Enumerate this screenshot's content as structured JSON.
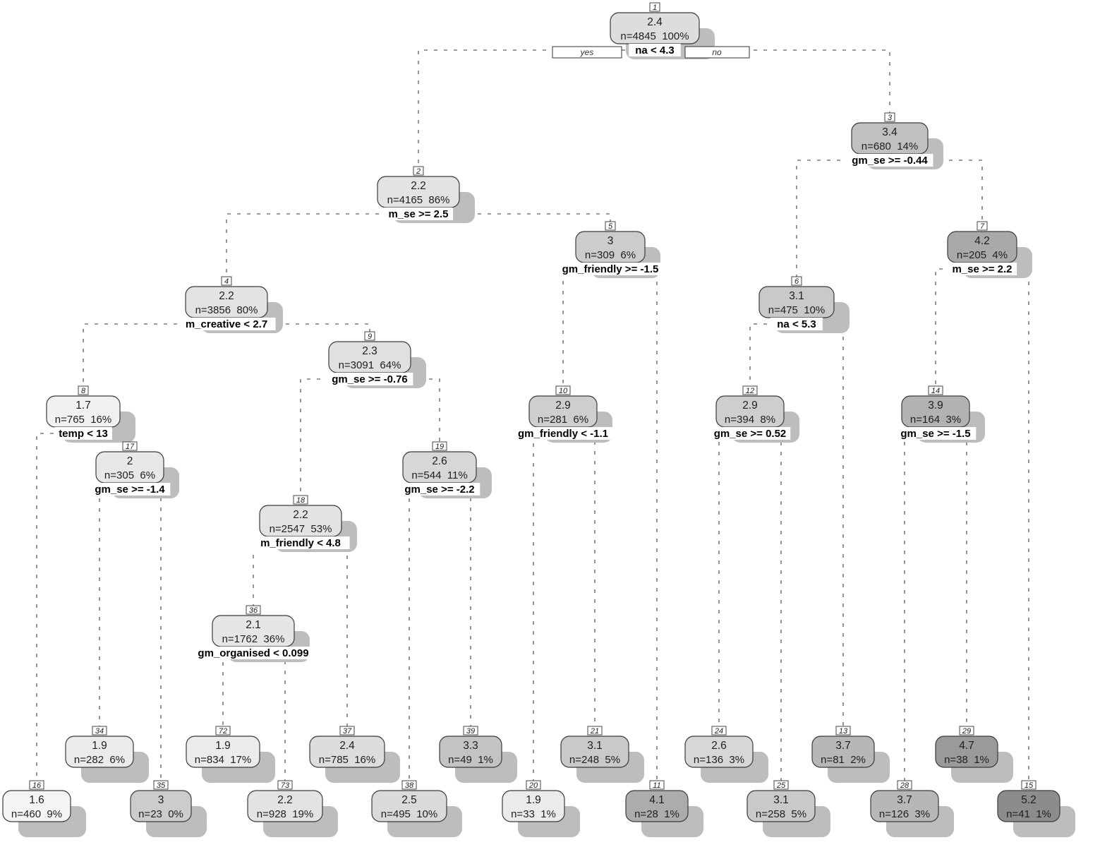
{
  "legend": {
    "yes": "yes",
    "no": "no"
  },
  "colors": {
    "edge": "#7a7a7a",
    "node_border": "#3a3a3a",
    "shadow": "#bdbdbd",
    "fill_low": "#f4f4f4",
    "fill_high": "#8c8c8c"
  },
  "nodes": [
    {
      "id": "1",
      "value": "2.4",
      "n": "n=4845",
      "pct": "100%",
      "split": "na < 4.3"
    },
    {
      "id": "2",
      "value": "2.2",
      "n": "n=4165",
      "pct": "86%",
      "split": "m_se >= 2.5"
    },
    {
      "id": "3",
      "value": "3.4",
      "n": "n=680",
      "pct": "14%",
      "split": "gm_se >= -0.44"
    },
    {
      "id": "4",
      "value": "2.2",
      "n": "n=3856",
      "pct": "80%",
      "split": "m_creative < 2.7"
    },
    {
      "id": "5",
      "value": "3",
      "n": "n=309",
      "pct": "6%",
      "split": "gm_friendly >= -1.5"
    },
    {
      "id": "6",
      "value": "3.1",
      "n": "n=475",
      "pct": "10%",
      "split": "na < 5.3"
    },
    {
      "id": "7",
      "value": "4.2",
      "n": "n=205",
      "pct": "4%",
      "split": "m_se >= 2.2"
    },
    {
      "id": "8",
      "value": "1.7",
      "n": "n=765",
      "pct": "16%",
      "split": "temp < 13"
    },
    {
      "id": "9",
      "value": "2.3",
      "n": "n=3091",
      "pct": "64%",
      "split": "gm_se >= -0.76"
    },
    {
      "id": "10",
      "value": "2.9",
      "n": "n=281",
      "pct": "6%",
      "split": "gm_friendly < -1.1"
    },
    {
      "id": "12",
      "value": "2.9",
      "n": "n=394",
      "pct": "8%",
      "split": "gm_se >= 0.52"
    },
    {
      "id": "14",
      "value": "3.9",
      "n": "n=164",
      "pct": "3%",
      "split": "gm_se >= -1.5"
    },
    {
      "id": "17",
      "value": "2",
      "n": "n=305",
      "pct": "6%",
      "split": "gm_se >= -1.4"
    },
    {
      "id": "18",
      "value": "2.2",
      "n": "n=2547",
      "pct": "53%",
      "split": "m_friendly < 4.8"
    },
    {
      "id": "19",
      "value": "2.6",
      "n": "n=544",
      "pct": "11%",
      "split": "gm_se >= -2.2"
    },
    {
      "id": "36",
      "value": "2.1",
      "n": "n=1762",
      "pct": "36%",
      "split": "gm_organised < 0.099"
    },
    {
      "id": "34",
      "value": "1.9",
      "n": "n=282",
      "pct": "6%",
      "split": ""
    },
    {
      "id": "72",
      "value": "1.9",
      "n": "n=834",
      "pct": "17%",
      "split": ""
    },
    {
      "id": "37",
      "value": "2.4",
      "n": "n=785",
      "pct": "16%",
      "split": ""
    },
    {
      "id": "39",
      "value": "3.3",
      "n": "n=49",
      "pct": "1%",
      "split": ""
    },
    {
      "id": "21",
      "value": "3.1",
      "n": "n=248",
      "pct": "5%",
      "split": ""
    },
    {
      "id": "24",
      "value": "2.6",
      "n": "n=136",
      "pct": "3%",
      "split": ""
    },
    {
      "id": "13",
      "value": "3.7",
      "n": "n=81",
      "pct": "2%",
      "split": ""
    },
    {
      "id": "29",
      "value": "4.7",
      "n": "n=38",
      "pct": "1%",
      "split": ""
    },
    {
      "id": "16",
      "value": "1.6",
      "n": "n=460",
      "pct": "9%",
      "split": ""
    },
    {
      "id": "35",
      "value": "3",
      "n": "n=23",
      "pct": "0%",
      "split": ""
    },
    {
      "id": "73",
      "value": "2.2",
      "n": "n=928",
      "pct": "19%",
      "split": ""
    },
    {
      "id": "38",
      "value": "2.5",
      "n": "n=495",
      "pct": "10%",
      "split": ""
    },
    {
      "id": "20",
      "value": "1.9",
      "n": "n=33",
      "pct": "1%",
      "split": ""
    },
    {
      "id": "11",
      "value": "4.1",
      "n": "n=28",
      "pct": "1%",
      "split": ""
    },
    {
      "id": "25",
      "value": "3.1",
      "n": "n=258",
      "pct": "5%",
      "split": ""
    },
    {
      "id": "28",
      "value": "3.7",
      "n": "n=126",
      "pct": "3%",
      "split": ""
    },
    {
      "id": "15",
      "value": "5.2",
      "n": "n=41",
      "pct": "1%",
      "split": ""
    }
  ],
  "edges": [
    [
      "1",
      "2"
    ],
    [
      "1",
      "3"
    ],
    [
      "2",
      "4"
    ],
    [
      "2",
      "5"
    ],
    [
      "3",
      "6"
    ],
    [
      "3",
      "7"
    ],
    [
      "4",
      "8"
    ],
    [
      "4",
      "9"
    ],
    [
      "5",
      "10"
    ],
    [
      "5",
      "11"
    ],
    [
      "6",
      "12"
    ],
    [
      "6",
      "13"
    ],
    [
      "7",
      "14"
    ],
    [
      "7",
      "15"
    ],
    [
      "8",
      "16"
    ],
    [
      "8",
      "17"
    ],
    [
      "9",
      "18"
    ],
    [
      "9",
      "19"
    ],
    [
      "10",
      "20"
    ],
    [
      "10",
      "21"
    ],
    [
      "12",
      "24"
    ],
    [
      "12",
      "25"
    ],
    [
      "14",
      "28"
    ],
    [
      "14",
      "29"
    ],
    [
      "17",
      "34"
    ],
    [
      "17",
      "35"
    ],
    [
      "18",
      "36"
    ],
    [
      "18",
      "37"
    ],
    [
      "19",
      "38"
    ],
    [
      "19",
      "39"
    ],
    [
      "36",
      "72"
    ],
    [
      "36",
      "73"
    ]
  ]
}
